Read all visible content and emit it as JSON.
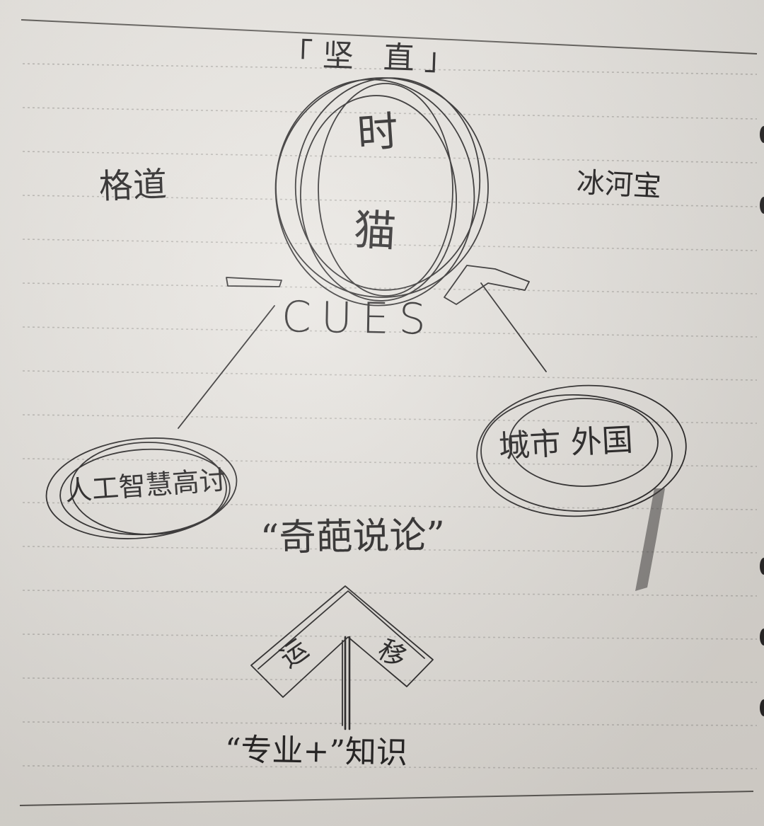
{
  "notebook": {
    "paper_color": "#e8e5e0",
    "rule_color": "#b9b6b1",
    "ink_color": "#1e1c1c"
  },
  "handwriting": {
    "top_title": "「坚 直」",
    "circle_top": "时",
    "circle_bottom": "猫",
    "acronym": "CUES",
    "left_word": "格道",
    "right_word": "冰河宝",
    "left_circle": "人工智慧高讨",
    "right_circle": "城市 外国",
    "center_phrase": "“奇葩说论”",
    "arrow_left": "运",
    "arrow_right": "移",
    "bottom_phrase": "“专业+”知识"
  }
}
